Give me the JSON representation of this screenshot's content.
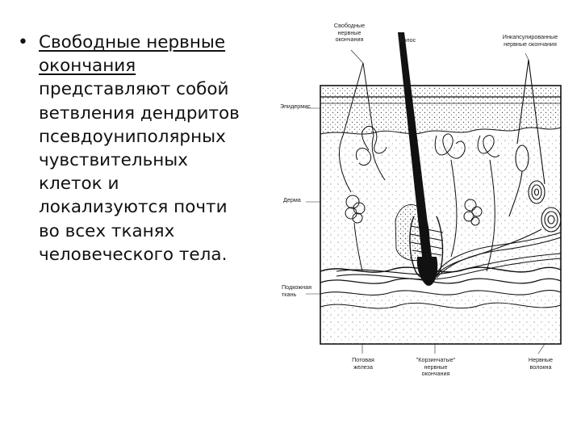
{
  "text": {
    "bullet": "•",
    "term_line1": "Свободные нервные",
    "term_line2": "окончания",
    "body_lines": [
      "представляют собой",
      "ветвления дендритов",
      "псевдоуниполярных",
      "чувствительных",
      "клеток и",
      "локализуются почти",
      "во всех тканях",
      "человеческого тела."
    ]
  },
  "diagram": {
    "label_free_endings": [
      "Свободные",
      "нервные",
      "окончания"
    ],
    "label_hair": "Волос",
    "label_encapsulated": [
      "Инкапсулированные",
      "нервные окончания"
    ],
    "label_epidermis": "Эпидермис",
    "label_dermis": "Дерма",
    "label_subcutaneous": [
      "Подкожная",
      "ткань"
    ],
    "label_sweat_gland": [
      "Потовая",
      "железа"
    ],
    "label_root_endings": [
      "\"Корзинчатые\"",
      "нервные",
      "окончания"
    ],
    "label_nerve_fibers": [
      "Нервные",
      "волокна"
    ]
  },
  "colors": {
    "ink": "#111111",
    "stipple": "#555555",
    "background": "#ffffff"
  }
}
